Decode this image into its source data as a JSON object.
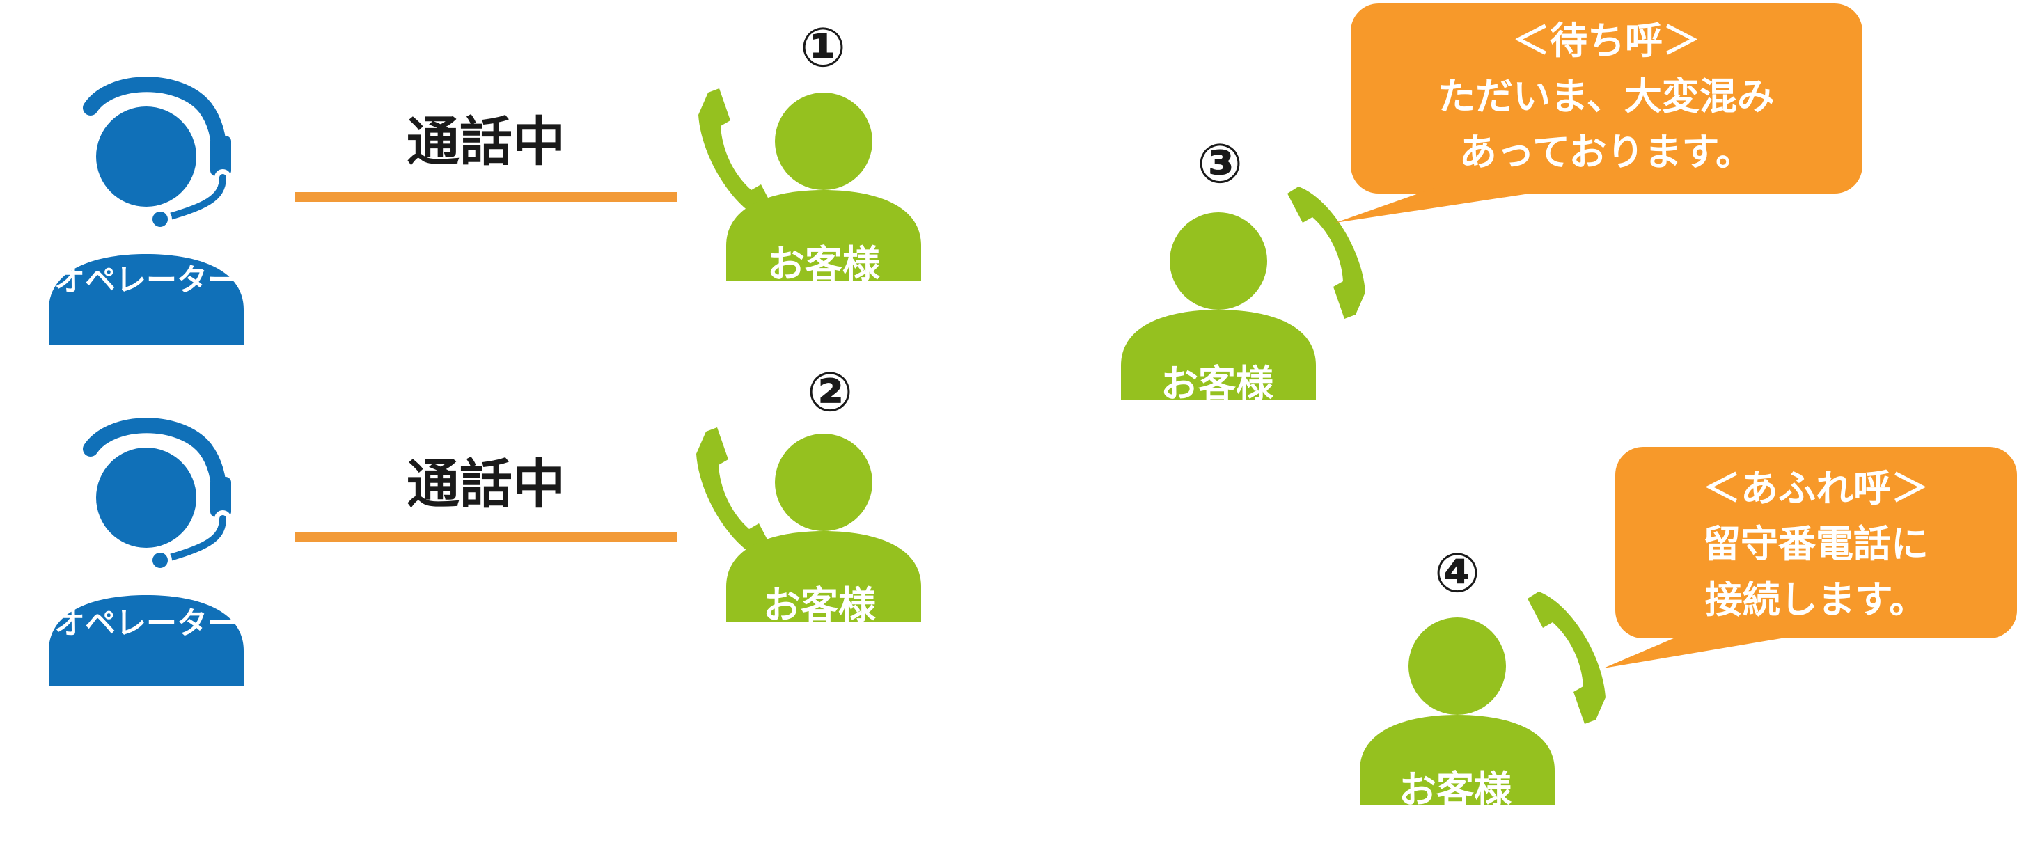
{
  "colors": {
    "operator": "#1070b8",
    "customer": "#95c11f",
    "line": "#f29a38",
    "bubble": "#f7992a",
    "text": "#1a1a1a",
    "white": "#ffffff"
  },
  "operators": [
    {
      "label": "オペレーター",
      "status": "通話中"
    },
    {
      "label": "オペレーター",
      "status": "通話中"
    }
  ],
  "customers": [
    {
      "number": "①",
      "label": "お客様"
    },
    {
      "number": "②",
      "label": "お客様"
    },
    {
      "number": "③",
      "label": "お客様"
    },
    {
      "number": "④",
      "label": "お客様"
    }
  ],
  "bubbles": [
    {
      "lines": [
        "＜待ち呼＞",
        "ただいま、大変混み",
        "あっております。"
      ]
    },
    {
      "lines": [
        "＜あふれ呼＞",
        "留守番電話に",
        "接続します。"
      ]
    }
  ],
  "icons": {
    "operator": "headset-person-icon",
    "customer": "person-icon",
    "phone": "phone-handset-icon"
  }
}
